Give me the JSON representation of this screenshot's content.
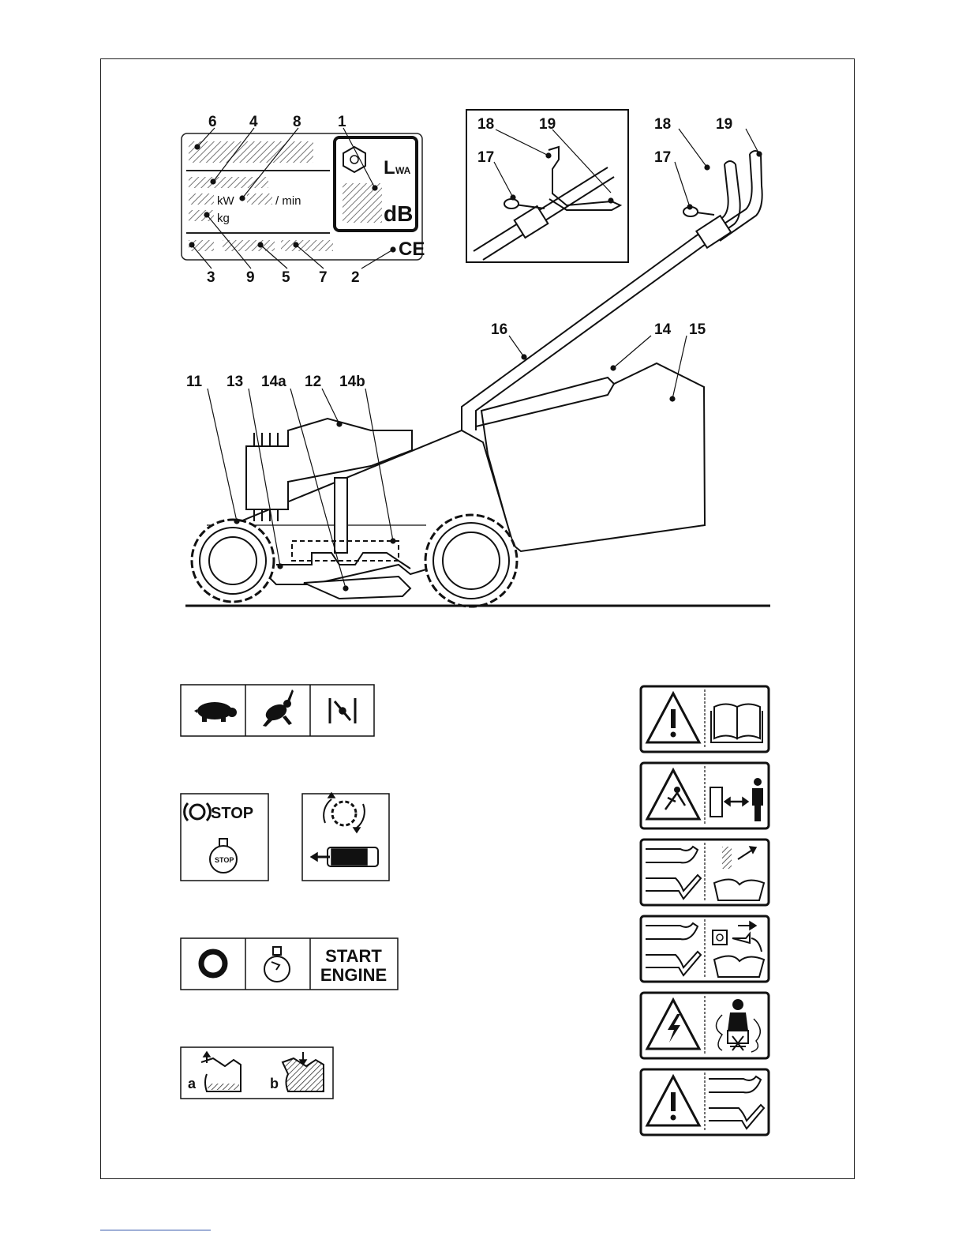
{
  "plate": {
    "unit_kw": "kW",
    "unit_min": "/ min",
    "unit_kg": "kg",
    "lwa_main": "L",
    "lwa_sub": "WA",
    "unit_db": "dB",
    "ce": "CE"
  },
  "callouts": {
    "n1": "1",
    "n2": "2",
    "n3": "3",
    "n4": "4",
    "n5": "5",
    "n6": "6",
    "n7": "7",
    "n8": "8",
    "n9": "9",
    "n11": "11",
    "n12": "12",
    "n13": "13",
    "n14": "14",
    "n14a": "14a",
    "n14b": "14b",
    "n15": "15",
    "n16": "16",
    "n17": "17",
    "n18": "18",
    "n19": "19"
  },
  "symbols": {
    "stop_text": "STOP",
    "stop_knob": "STOP",
    "start_line1": "START",
    "start_line2": "ENGINE",
    "letter_a": "a",
    "letter_b": "b"
  },
  "icons": [
    "turtle-icon",
    "rabbit-icon",
    "throttle-icon",
    "brake-stop-icon",
    "engine-stop-icon",
    "blade-rotation-icon",
    "mower-topview-icon",
    "choke-off-icon",
    "primer-icon",
    "warning-triangle-icon",
    "manual-book-icon",
    "projectile-warning-icon",
    "bystander-distance-icon",
    "blade-hand-icon",
    "spark-plug-icon",
    "plug-disconnect-icon",
    "electric-hazard-icon",
    "operator-icon"
  ]
}
